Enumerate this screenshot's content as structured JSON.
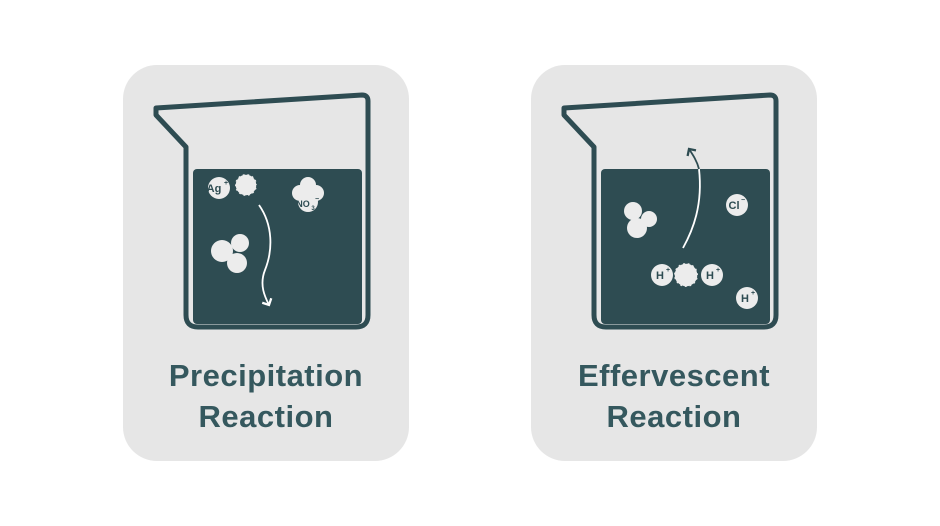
{
  "colors": {
    "card_bg": "#e6e6e6",
    "liquid": "#2e4c52",
    "outline": "#2e4c52",
    "title": "#35585e",
    "particle": "#ececec"
  },
  "cards": [
    {
      "title_line1": "Precipitation",
      "title_line2": "Reaction",
      "ions": {
        "silver": "Ag",
        "silver_charge": "+",
        "nitrate": "NO",
        "nitrate_sub": "3",
        "nitrate_charge": "−"
      }
    },
    {
      "title_line1": "Effervescent",
      "title_line2": "Reaction",
      "ions": {
        "chloride": "Cl",
        "chloride_charge": "−",
        "hydrogen": "H",
        "hydrogen_charge": "+"
      }
    }
  ]
}
